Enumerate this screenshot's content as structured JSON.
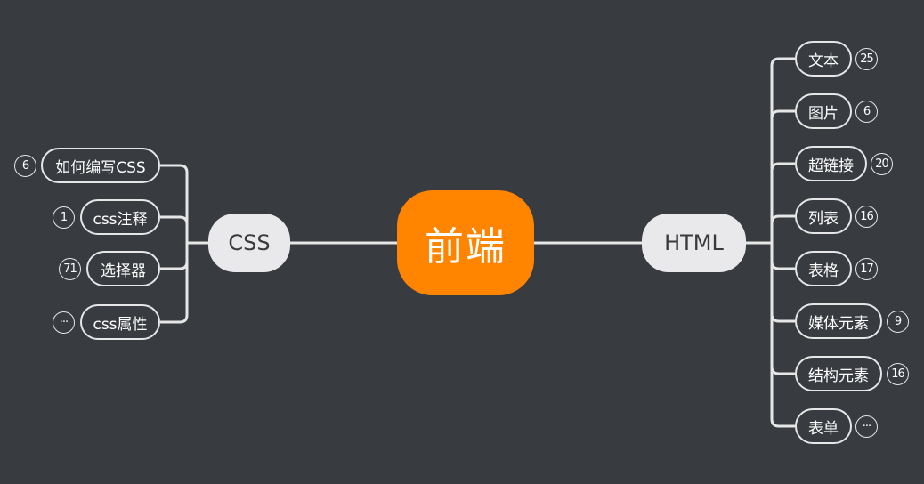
{
  "root": {
    "label": "前端"
  },
  "css": {
    "label": "CSS",
    "children": [
      {
        "label": "如何编写CSS",
        "count": "6"
      },
      {
        "label": "css注释",
        "count": "1"
      },
      {
        "label": "选择器",
        "count": "71"
      },
      {
        "label": "css属性",
        "count": "···"
      }
    ]
  },
  "html": {
    "label": "HTML",
    "children": [
      {
        "label": "文本",
        "count": "25"
      },
      {
        "label": "图片",
        "count": "6"
      },
      {
        "label": "超链接",
        "count": "20"
      },
      {
        "label": "列表",
        "count": "16"
      },
      {
        "label": "表格",
        "count": "17"
      },
      {
        "label": "媒体元素",
        "count": "9"
      },
      {
        "label": "结构元素",
        "count": "16"
      },
      {
        "label": "表单",
        "count": "···"
      }
    ]
  },
  "colors": {
    "background": "#383b40",
    "root": "#ff8400",
    "branch": "#e9e9ec",
    "line": "#e6e6e6"
  }
}
